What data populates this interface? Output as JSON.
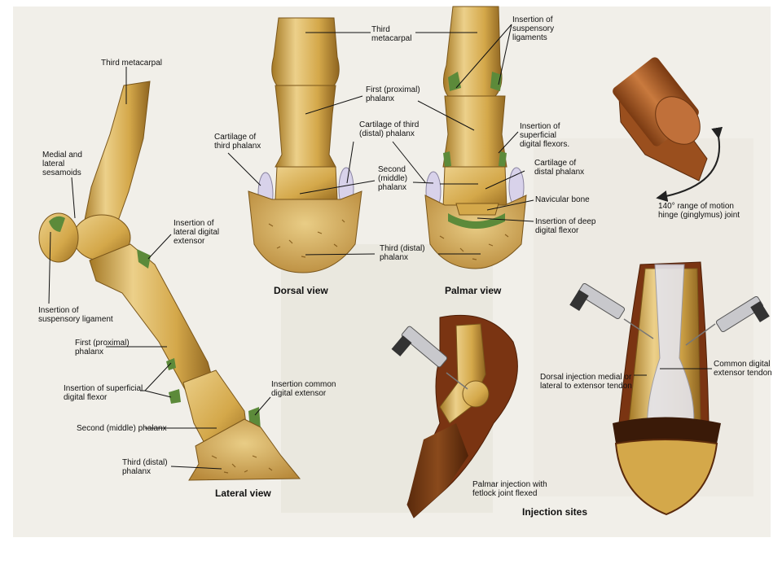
{
  "colors": {
    "page_bg": "#f1efe9",
    "bone": "#d4a84a",
    "bone_dark": "#a47824",
    "bone_light": "#ecd08a",
    "cartilage": "#d8d2ea",
    "ligament_insertion": "#5c8a3a",
    "hoof_wall": "#6e3a12",
    "hinge_cylinder": "#b5642b",
    "tendon": "#e4e4ec",
    "arrow": "#222222"
  },
  "views": {
    "lateral": "Lateral view",
    "dorsal": "Dorsal view",
    "palmar": "Palmar view",
    "injection": "Injection sites"
  },
  "labels": {
    "lateral_third_metacarpal": "Third metacarpal",
    "medial_lateral_sesamoids": "Medial and\nlateral\nsesamoids",
    "insertion_lateral_digital_extensor": "Insertion of\nlateral digital\nextensor",
    "insertion_suspensory_ligament": "Insertion of\nsuspensory ligament",
    "lateral_first_phalanx": "First (proximal)\nphalanx",
    "insertion_superficial_digital_flexor": "Insertion of superficial\ndigital flexor",
    "insertion_common_digital_extensor": "Insertion common\ndigital extensor",
    "lateral_second_phalanx": "Second (middle) phalanx",
    "lateral_third_phalanx": "Third (distal)\nphalanx",
    "dorsal_third_metacarpal": "Third\nmetacarpal",
    "dorsal_first_phalanx": "First (proximal)\nphalanx",
    "cartilage_third_phalanx": "Cartilage of\nthird phalanx",
    "cartilage_third_distal_phalanx": "Cartilage of third\n(distal) phalanx",
    "dorsal_second_phalanx": "Second\n(middle)\nphalanx",
    "dorsal_third_phalanx": "Third (distal)\nphalanx",
    "insertion_suspensory_ligaments": "Insertion of\nsuspensory\nligaments",
    "insertion_superficial_digital_flexors": "Insertion of\nsuperficial\ndigital flexors.",
    "cartilage_distal_phalanx": "Cartilage of\ndistal phalanx",
    "navicular_bone": "Navicular bone",
    "insertion_deep_digital_flexor": "Insertion of deep\ndigital flexor",
    "range_of_motion": "140° range of motion\nhinge (ginglymus) joint",
    "common_digital_extensor_tendon": "Common digital\nextensor tendon",
    "dorsal_injection": "Dorsal injection medial or\nlateral to extensor tendon",
    "palmar_injection": "Palmar injection with\nfetlock joint flexed"
  }
}
